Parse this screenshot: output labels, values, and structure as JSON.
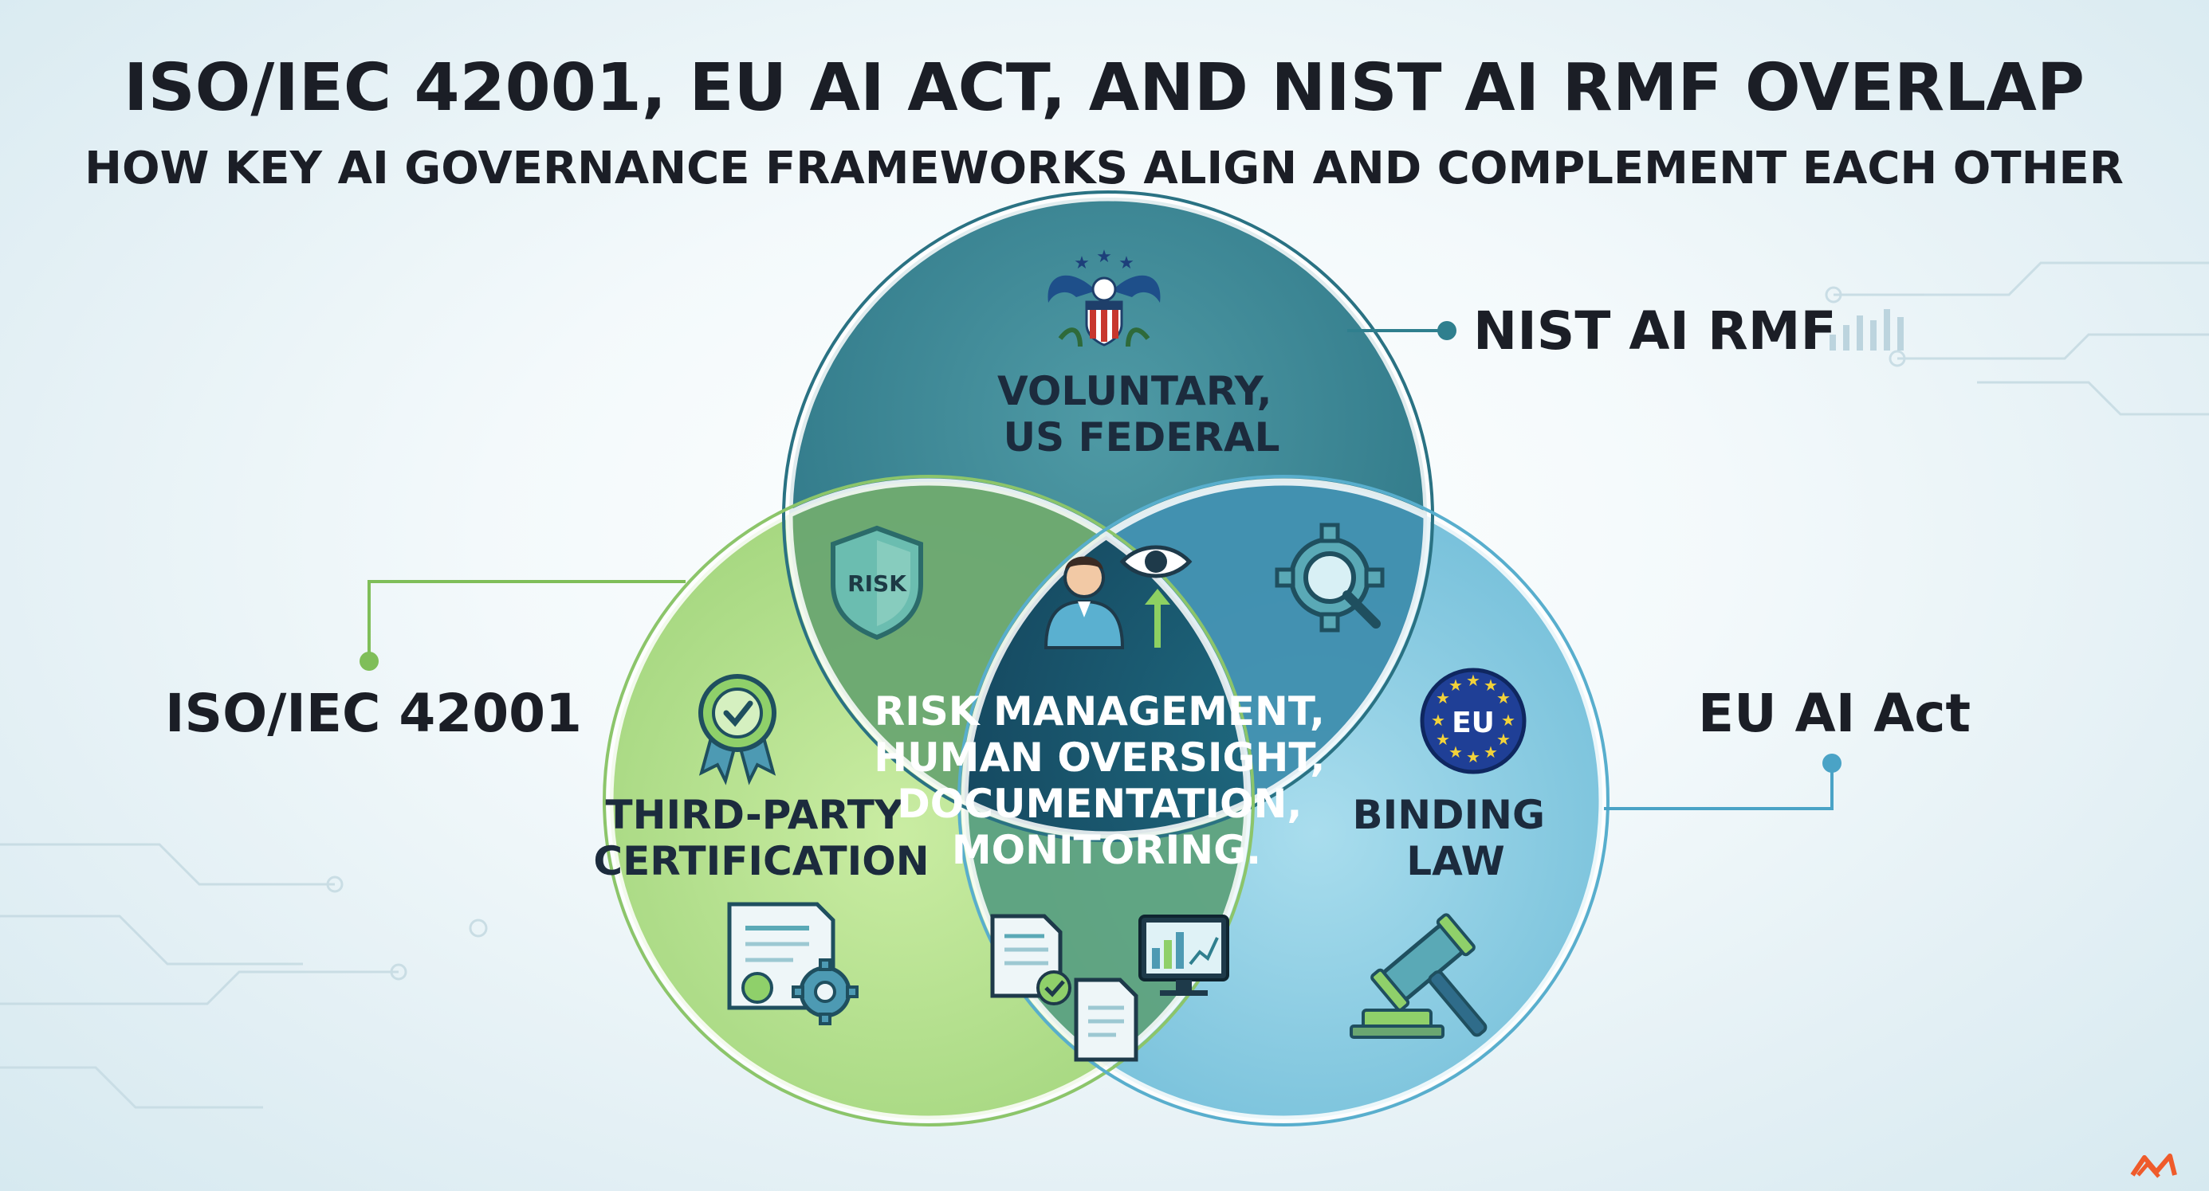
{
  "title": "ISO/IEC 42001, EU AI ACT, AND NIST AI RMF OVERLAP",
  "subtitle": "HOW KEY AI GOVERNANCE FRAMEWORKS ALIGN AND COMPLEMENT EACH OTHER",
  "frameworks": {
    "nist": {
      "label": "NIST AI RMF",
      "region_lines": [
        "VOLUNTARY,",
        "US FEDERAL"
      ],
      "color": "#2f7f8e"
    },
    "iso": {
      "label": "ISO/IEC 42001",
      "region_lines": [
        "THIRD-PARTY",
        "CERTIFICATION"
      ],
      "color": "#9fd575"
    },
    "eu": {
      "label": "EU AI Act",
      "region_lines": [
        "BINDING",
        "LAW"
      ],
      "color": "#74c2dc"
    }
  },
  "center": {
    "lines": [
      "RISK MANAGEMENT,",
      "HUMAN OVERSIGHT,",
      "DOCUMENTATION,",
      "MONITORING."
    ],
    "color": "#174f66"
  },
  "icons": {
    "risk_shield_text": "RISK",
    "eu_flag_text": "EU",
    "names": [
      "eagle-seal-icon",
      "risk-shield-icon",
      "gear-search-icon",
      "human-oversight-icon",
      "award-ribbon-icon",
      "eu-flag-icon",
      "certificate-gear-icon",
      "documentation-icon",
      "monitoring-dashboard-icon",
      "gavel-icon",
      "logo-icon"
    ]
  }
}
